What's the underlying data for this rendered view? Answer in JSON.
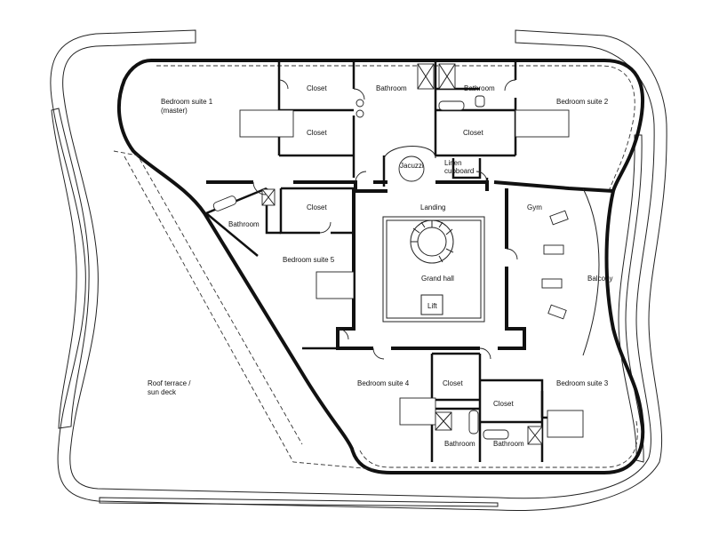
{
  "rooms": {
    "bedroom_1_line1": "Bedroom suite 1",
    "bedroom_1_line2": "(master)",
    "closet_1a": "Closet",
    "closet_1b": "Closet",
    "bathroom_1": "Bathroom",
    "bathroom_2": "Bathroom",
    "closet_2": "Closet",
    "bedroom_2": "Bedroom suite 2",
    "jacuzzi": "Jacuzzi",
    "linen_line1": "Linen",
    "linen_line2": "cupboard",
    "bathroom_5": "Bathroom",
    "closet_5": "Closet",
    "bedroom_5": "Bedroom suite 5",
    "landing": "Landing",
    "grand_hall": "Grand hall",
    "lift": "Lift",
    "gym": "Gym",
    "balcony": "Balcony",
    "terrace_line1": "Roof terrace /",
    "terrace_line2": "sun deck",
    "bedroom_4": "Bedroom suite 4",
    "closet_4": "Closet",
    "closet_3": "Closet",
    "bedroom_3": "Bedroom suite 3",
    "bathroom_4": "Bathroom",
    "bathroom_3": "Bathroom"
  }
}
